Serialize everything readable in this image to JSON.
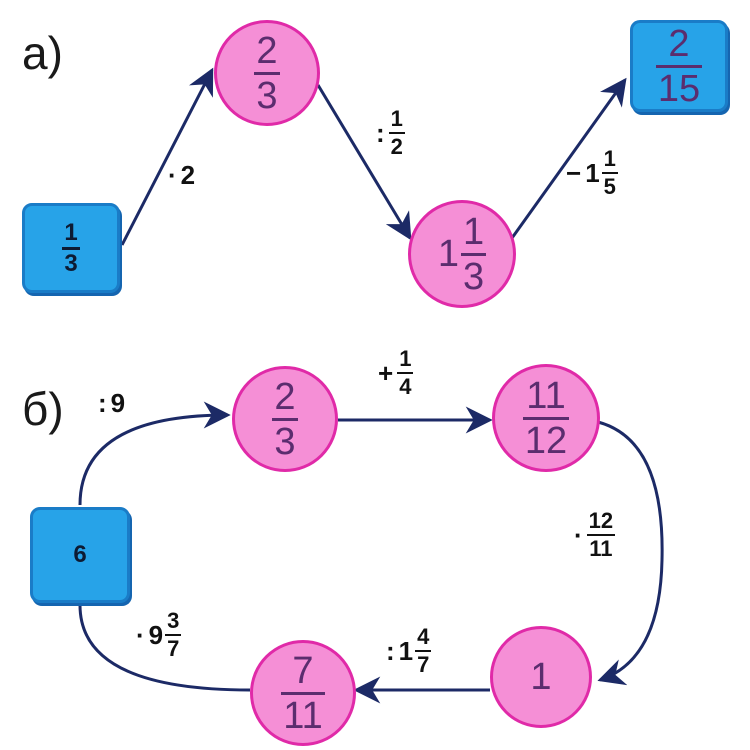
{
  "part_a": {
    "label": "а)",
    "start": {
      "num": "1",
      "den": "3"
    },
    "n1": {
      "num": "2",
      "den": "3"
    },
    "n2": {
      "whole": "1",
      "num": "1",
      "den": "3"
    },
    "end": {
      "num": "2",
      "den": "15"
    },
    "op1": {
      "sym": "·",
      "value": "2"
    },
    "op2": {
      "sym": ":",
      "num": "1",
      "den": "2"
    },
    "op3": {
      "sym": "−",
      "whole": "1",
      "num": "1",
      "den": "5"
    }
  },
  "part_b": {
    "label": "б)",
    "start": {
      "value": "6"
    },
    "n1": {
      "num": "2",
      "den": "3"
    },
    "n2": {
      "num": "11",
      "den": "12"
    },
    "n3": {
      "value": "1"
    },
    "n4": {
      "num": "7",
      "den": "11"
    },
    "op1": {
      "sym": ":",
      "value": "9"
    },
    "op2": {
      "sym": "+",
      "num": "1",
      "den": "4"
    },
    "op3": {
      "sym": "·",
      "num": "12",
      "den": "11"
    },
    "op4": {
      "sym": ":",
      "whole": "1",
      "num": "4",
      "den": "7"
    },
    "op5": {
      "sym": "·",
      "whole": "9",
      "num": "3",
      "den": "7"
    }
  },
  "colors": {
    "box_fill": "#27a3e8",
    "box_border": "#1a7cc7",
    "circle_fill": "#f58fd6",
    "circle_border": "#e02aa8",
    "arrow": "#1c2a66",
    "node_text": "#5b2d6e"
  }
}
